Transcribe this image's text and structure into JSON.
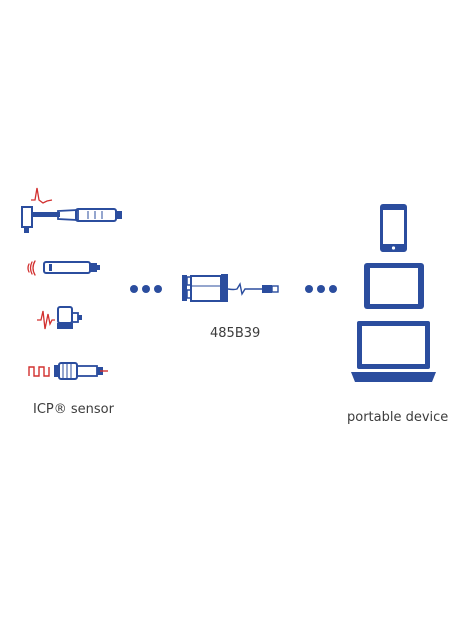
{
  "diagram": {
    "sensor_label": "ICP® sensor",
    "device_label": "485B39",
    "target_label": "portable device",
    "sensors": [
      {
        "name": "impact-hammer",
        "icon": "impact-hammer-icon",
        "signal": "pulse-signal-icon"
      },
      {
        "name": "accelerometer-probe",
        "icon": "cylinder-sensor-icon",
        "signal": "wave-signal-icon"
      },
      {
        "name": "accelerometer-block",
        "icon": "block-sensor-icon",
        "signal": "vibration-signal-icon"
      },
      {
        "name": "threaded-sensor",
        "icon": "threaded-sensor-icon",
        "signal": "square-wave-signal-icon"
      }
    ],
    "targets": [
      {
        "name": "smartphone",
        "icon": "smartphone-icon"
      },
      {
        "name": "tablet",
        "icon": "tablet-icon"
      },
      {
        "name": "laptop",
        "icon": "laptop-icon"
      }
    ],
    "colors": {
      "blue": "#2b4d9e",
      "red": "#d2302f",
      "text": "#3c3c3c"
    }
  }
}
